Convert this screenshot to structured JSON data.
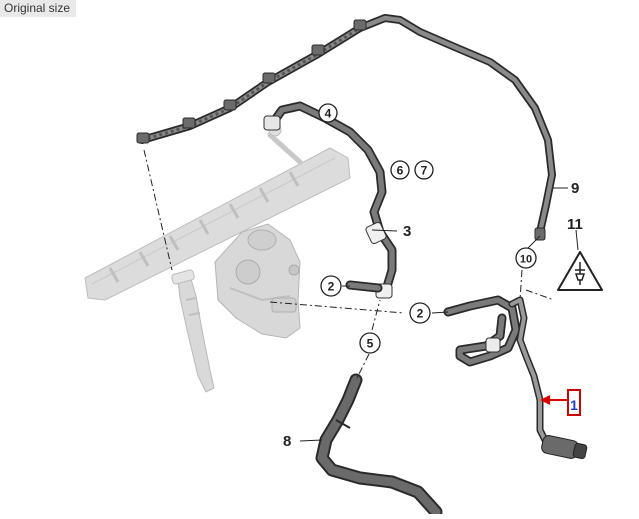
{
  "size_tag": "Original size",
  "labels": {
    "p1": "1",
    "p2a": "2",
    "p2b": "2",
    "p3": "3",
    "p4": "4",
    "p5": "5",
    "p6": "6",
    "p7": "7",
    "p8": "8",
    "p9": "9",
    "p10": "10",
    "p11": "11"
  },
  "colors": {
    "hose": "#5a5a5a",
    "hose_edge": "#2a2a2a",
    "faded_part": "#d4d4d4",
    "faded_edge": "#b5b5b5",
    "highlight_box": "#cc0000",
    "highlight_arrow": "#dd0000",
    "label_blue": "#1a3fbf"
  },
  "icons": {
    "warning_symbol": "electrical-warning-triangle-icon"
  }
}
